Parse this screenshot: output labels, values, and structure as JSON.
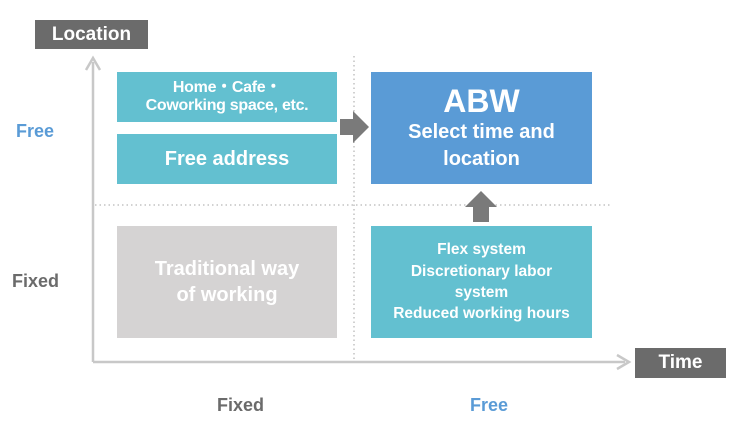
{
  "axes": {
    "y_title": "Location",
    "x_title": "Time",
    "y_free": "Free",
    "y_fixed": "Fixed",
    "x_fixed": "Fixed",
    "x_free": "Free"
  },
  "boxes": {
    "home_cafe": {
      "line1": "Home・Cafe・",
      "line2": "Coworking space, etc."
    },
    "free_address": {
      "label": "Free address"
    },
    "abw": {
      "title": "ABW",
      "line1": "Select time and",
      "line2": "location"
    },
    "traditional": {
      "line1": "Traditional way",
      "line2": "of working"
    },
    "flex": {
      "line1": "Flex system",
      "line2": "Discretionary labor",
      "line3": "system",
      "line4": "Reduced working hours"
    }
  },
  "colors": {
    "tag_bg": "#6b6b6b",
    "free_text": "#5a9bd6",
    "fixed_text": "#6b6b6b",
    "teal_box": "#63c0d0",
    "abw_box": "#5a9bd6",
    "traditional_box": "#d5d3d3",
    "arrow": "#7a7a7a",
    "axis": "#c8c8c8"
  }
}
